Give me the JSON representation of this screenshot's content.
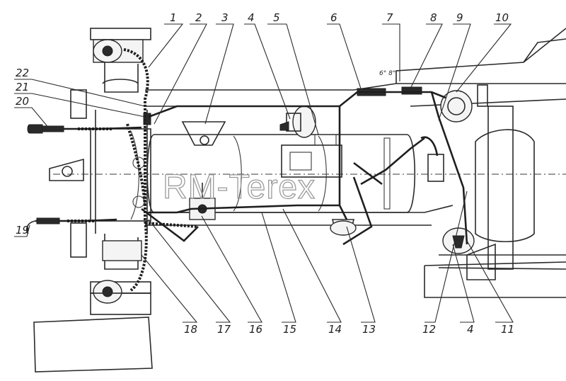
{
  "callouts": {
    "c1": "1",
    "c2": "2",
    "c3": "3",
    "c4_top": "4",
    "c5": "5",
    "c6": "6",
    "c7": "7",
    "c8": "8",
    "c9": "9",
    "c10": "10",
    "c22": "22",
    "c21": "21",
    "c20": "20",
    "c19": "19",
    "c18": "18",
    "c17": "17",
    "c16": "16",
    "c15": "15",
    "c14": "14",
    "c13": "13",
    "c12": "12",
    "c4_bottom": "4",
    "c11": "11"
  },
  "angle_note": "6° 8°",
  "watermark": "RM-Terex"
}
